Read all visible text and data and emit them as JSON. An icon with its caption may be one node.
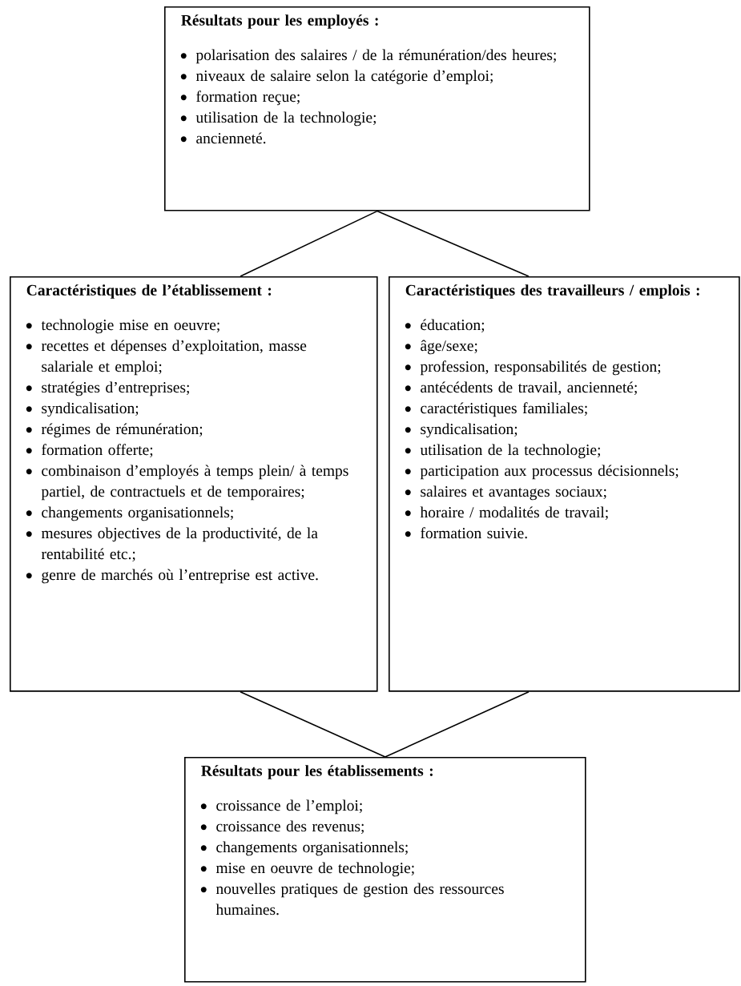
{
  "diagram": {
    "nodes": [
      {
        "text": [
          "Résultats pour les employés :",
          "polarisation des salaires / de la rémunération/des heures;",
          "niveaux de salaire selon la catégorie d’emploi;",
          "formation reçue;",
          "utilisation de la technologie;",
          "ancienneté."
        ]
      },
      {
        "text": [
          "Caractéristiques de l’établissement :",
          "technologie mise en oeuvre;",
          "recettes et dépenses d’exploitation, masse salariale et emploi;",
          "stratégies d’entreprises;",
          "syndicalisation;",
          "régimes de rémunération;",
          "formation offerte;",
          "combinaison d’employés à temps plein/ à temps partiel, de contractuels et de temporaires;",
          "changements organisationnels;",
          "mesures objectives de la productivité, de la rentabilité etc.;",
          "genre de marchés où l’entreprise est active."
        ]
      },
      {
        "text": [
          "Caractéristiques des travailleurs / emplois :",
          "éducation;",
          "âge/sexe;",
          "profession, responsabilités de gestion;",
          "antécédents de travail, ancienneté;",
          "caractéristiques familiales;",
          "syndicalisation;",
          "utilisation de la technologie;",
          "participation aux processus décisionnels;",
          "salaires et avantages sociaux;",
          "horaire / modalités de travail;",
          "formation suivie."
        ]
      },
      {
        "text": [
          "Résultats pour les établissements :",
          "croissance de l’emploi;",
          "croissance des revenus;",
          "changements organisationnels;",
          "mise en oeuvre de technologie;",
          "nouvelles pratiques de gestion des ressources humaines."
        ]
      }
    ],
    "edges": [
      {
        "from": 0,
        "to": 1,
        "arrow": "none"
      },
      {
        "from": 0,
        "to": 2,
        "arrow": "none"
      },
      {
        "from": 1,
        "to": 3,
        "arrow": "none"
      },
      {
        "from": 2,
        "to": 3,
        "arrow": "none"
      }
    ]
  }
}
